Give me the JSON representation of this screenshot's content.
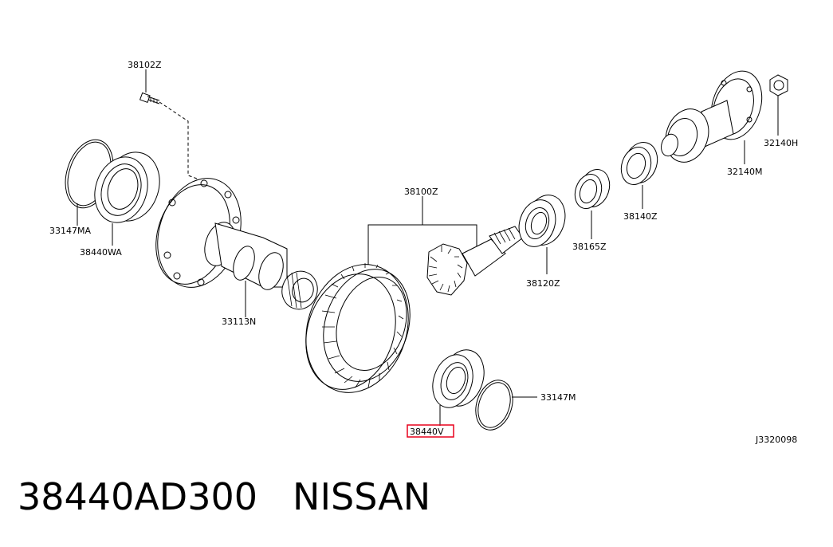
{
  "diagram": {
    "drawing_code": "J3320098",
    "callouts": [
      {
        "id": "38102z",
        "text": "38102Z"
      },
      {
        "id": "33147ma",
        "text": "33147MA"
      },
      {
        "id": "38440wa",
        "text": "38440WA"
      },
      {
        "id": "33113n",
        "text": "33113N"
      },
      {
        "id": "38100z",
        "text": "38100Z"
      },
      {
        "id": "38120z",
        "text": "38120Z"
      },
      {
        "id": "38165z",
        "text": "38165Z"
      },
      {
        "id": "38140z",
        "text": "38140Z"
      },
      {
        "id": "32140m",
        "text": "32140M"
      },
      {
        "id": "32140h",
        "text": "32140H"
      },
      {
        "id": "33147m",
        "text": "33147M"
      },
      {
        "id": "38440v",
        "text": "38440V"
      }
    ],
    "highlight_color": "#e8001c"
  },
  "caption": {
    "part_number": "38440AD300",
    "brand": "NISSAN"
  }
}
